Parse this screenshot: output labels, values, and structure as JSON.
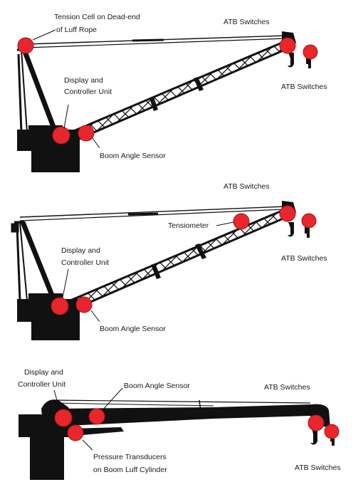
{
  "colors": {
    "ink": "#111111",
    "sensor": "#e8262b",
    "sensor_edge": "#a4161a",
    "background": "#ffffff"
  },
  "panel1": {
    "label_tension_line1": "Tension Cell on Dead-end",
    "label_tension_line2": "of Luff Rope",
    "label_display_line1": "Display and",
    "label_display_line2": "Controller Unit",
    "label_atb_top": "ATB Switches",
    "label_atb_right": "ATB Switches",
    "label_boom_angle": "Boom Angle Sensor"
  },
  "panel2": {
    "label_atb_top": "ATB Switches",
    "label_tensiometer": "Tensiometer",
    "label_display_line1": "Display and",
    "label_display_line2": "Controller Unit",
    "label_atb_right": "ATB Switches",
    "label_boom_angle": "Boom Angle Sensor"
  },
  "panel3": {
    "label_display_line1": "Display and",
    "label_display_line2": "Controller Unit",
    "label_boom_angle": "Boom Angle Sensor",
    "label_atb_top": "ATB Switches",
    "label_pressure_line1": "Pressure Transducers",
    "label_pressure_line2": "on Boom Luff Cylinder",
    "label_atb_bottom": "ATB Switches"
  }
}
